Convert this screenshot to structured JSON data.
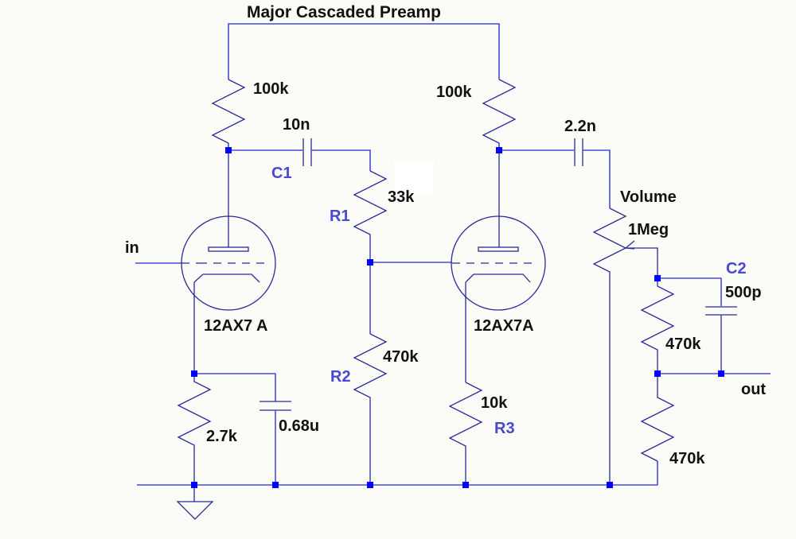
{
  "title": "Major Cascaded Preamp",
  "colors": {
    "wire": "#4a4ad8",
    "component": "#2a2a9a",
    "node": "#0000ff",
    "label": "#4848d0",
    "value": "#111111",
    "background": "#fbfbf7"
  },
  "ports": {
    "input": "in",
    "output": "out"
  },
  "components": {
    "plate_resistor_1": {
      "value": "100k"
    },
    "plate_resistor_2": {
      "value": "100k"
    },
    "c1": {
      "ref": "C1",
      "value": "10n"
    },
    "r1": {
      "ref": "R1",
      "value": "33k"
    },
    "r2": {
      "ref": "R2",
      "value": "470k"
    },
    "tube_1": {
      "value": "12AX7 A"
    },
    "tube_2": {
      "value": "12AX7A"
    },
    "cathode_resistor_1": {
      "value": "2.7k"
    },
    "cathode_bypass_cap": {
      "value": "0.68u"
    },
    "r3": {
      "ref": "R3",
      "value": "10k"
    },
    "coupling_cap_2": {
      "value": "2.2n"
    },
    "volume_pot": {
      "ref": "Volume",
      "value": "1Meg"
    },
    "c2": {
      "ref": "C2",
      "value": "500p"
    },
    "divider_upper": {
      "value": "470k"
    },
    "divider_lower": {
      "value": "470k"
    }
  },
  "symbols": [
    "ground-icon",
    "triode-icon",
    "resistor-icon",
    "capacitor-icon",
    "potentiometer-icon"
  ]
}
